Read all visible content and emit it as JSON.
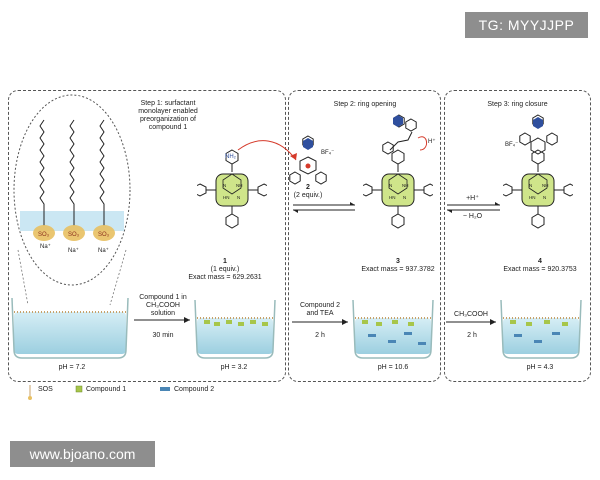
{
  "watermarks": {
    "top": "TG: MYYJJPP",
    "bottom": "www.bjoano.com"
  },
  "steps": {
    "step1": [
      "Step 1: surfactant",
      "monolayer enabled",
      "preorganization of",
      "compound 1"
    ],
    "step2": "Step 2: ring opening",
    "step3": "Step 3: ring closure"
  },
  "monolayer": {
    "ion_label": "Na⁺"
  },
  "compounds": {
    "c1": {
      "number": "1",
      "equiv": "(1 equiv.)",
      "mass": "Exact mass = 629.2631",
      "nh2": "NH₂"
    },
    "c2": {
      "number": "2",
      "equiv": "(2 equiv.)",
      "anion": "BF₄⁻"
    },
    "c3": {
      "number": "3",
      "mass": "Exact mass = 937.3782",
      "h_plus": "H⁺"
    },
    "c4": {
      "number": "4",
      "mass": "Exact mass = 920.3753",
      "anion": "BF₄⁻"
    }
  },
  "porphyrin_nh": "NH",
  "porphyrin_n": "N",
  "reaction_arrow": {
    "top": "+H⁺",
    "bottom": "− H₂O"
  },
  "process": {
    "arrow1": [
      "Compound 1 in",
      "CH₃COOH",
      "solution"
    ],
    "arrow1_time": "30 min",
    "arrow2": [
      "Compound 2",
      "and TEA"
    ],
    "arrow2_time": "2 h",
    "arrow3": "CH₃COOH",
    "arrow3_time": "2 h"
  },
  "beakers": [
    {
      "ph": "pH = 7.2"
    },
    {
      "ph": "pH = 3.2"
    },
    {
      "ph": "pH = 10.6"
    },
    {
      "ph": "pH = 4.3"
    }
  ],
  "legend": {
    "sos": "SOS",
    "compound1": "Compound 1",
    "compound2": "Compound 2"
  },
  "colors": {
    "water": "#bfe3ee",
    "water_dark": "#8fc6d8",
    "compound1": "#a7c64a",
    "compound2": "#4a86b5",
    "surfactant_head": "#e8c062",
    "arrow_red": "#d53a2a",
    "phenyl_blue": "#2f4f9e"
  }
}
